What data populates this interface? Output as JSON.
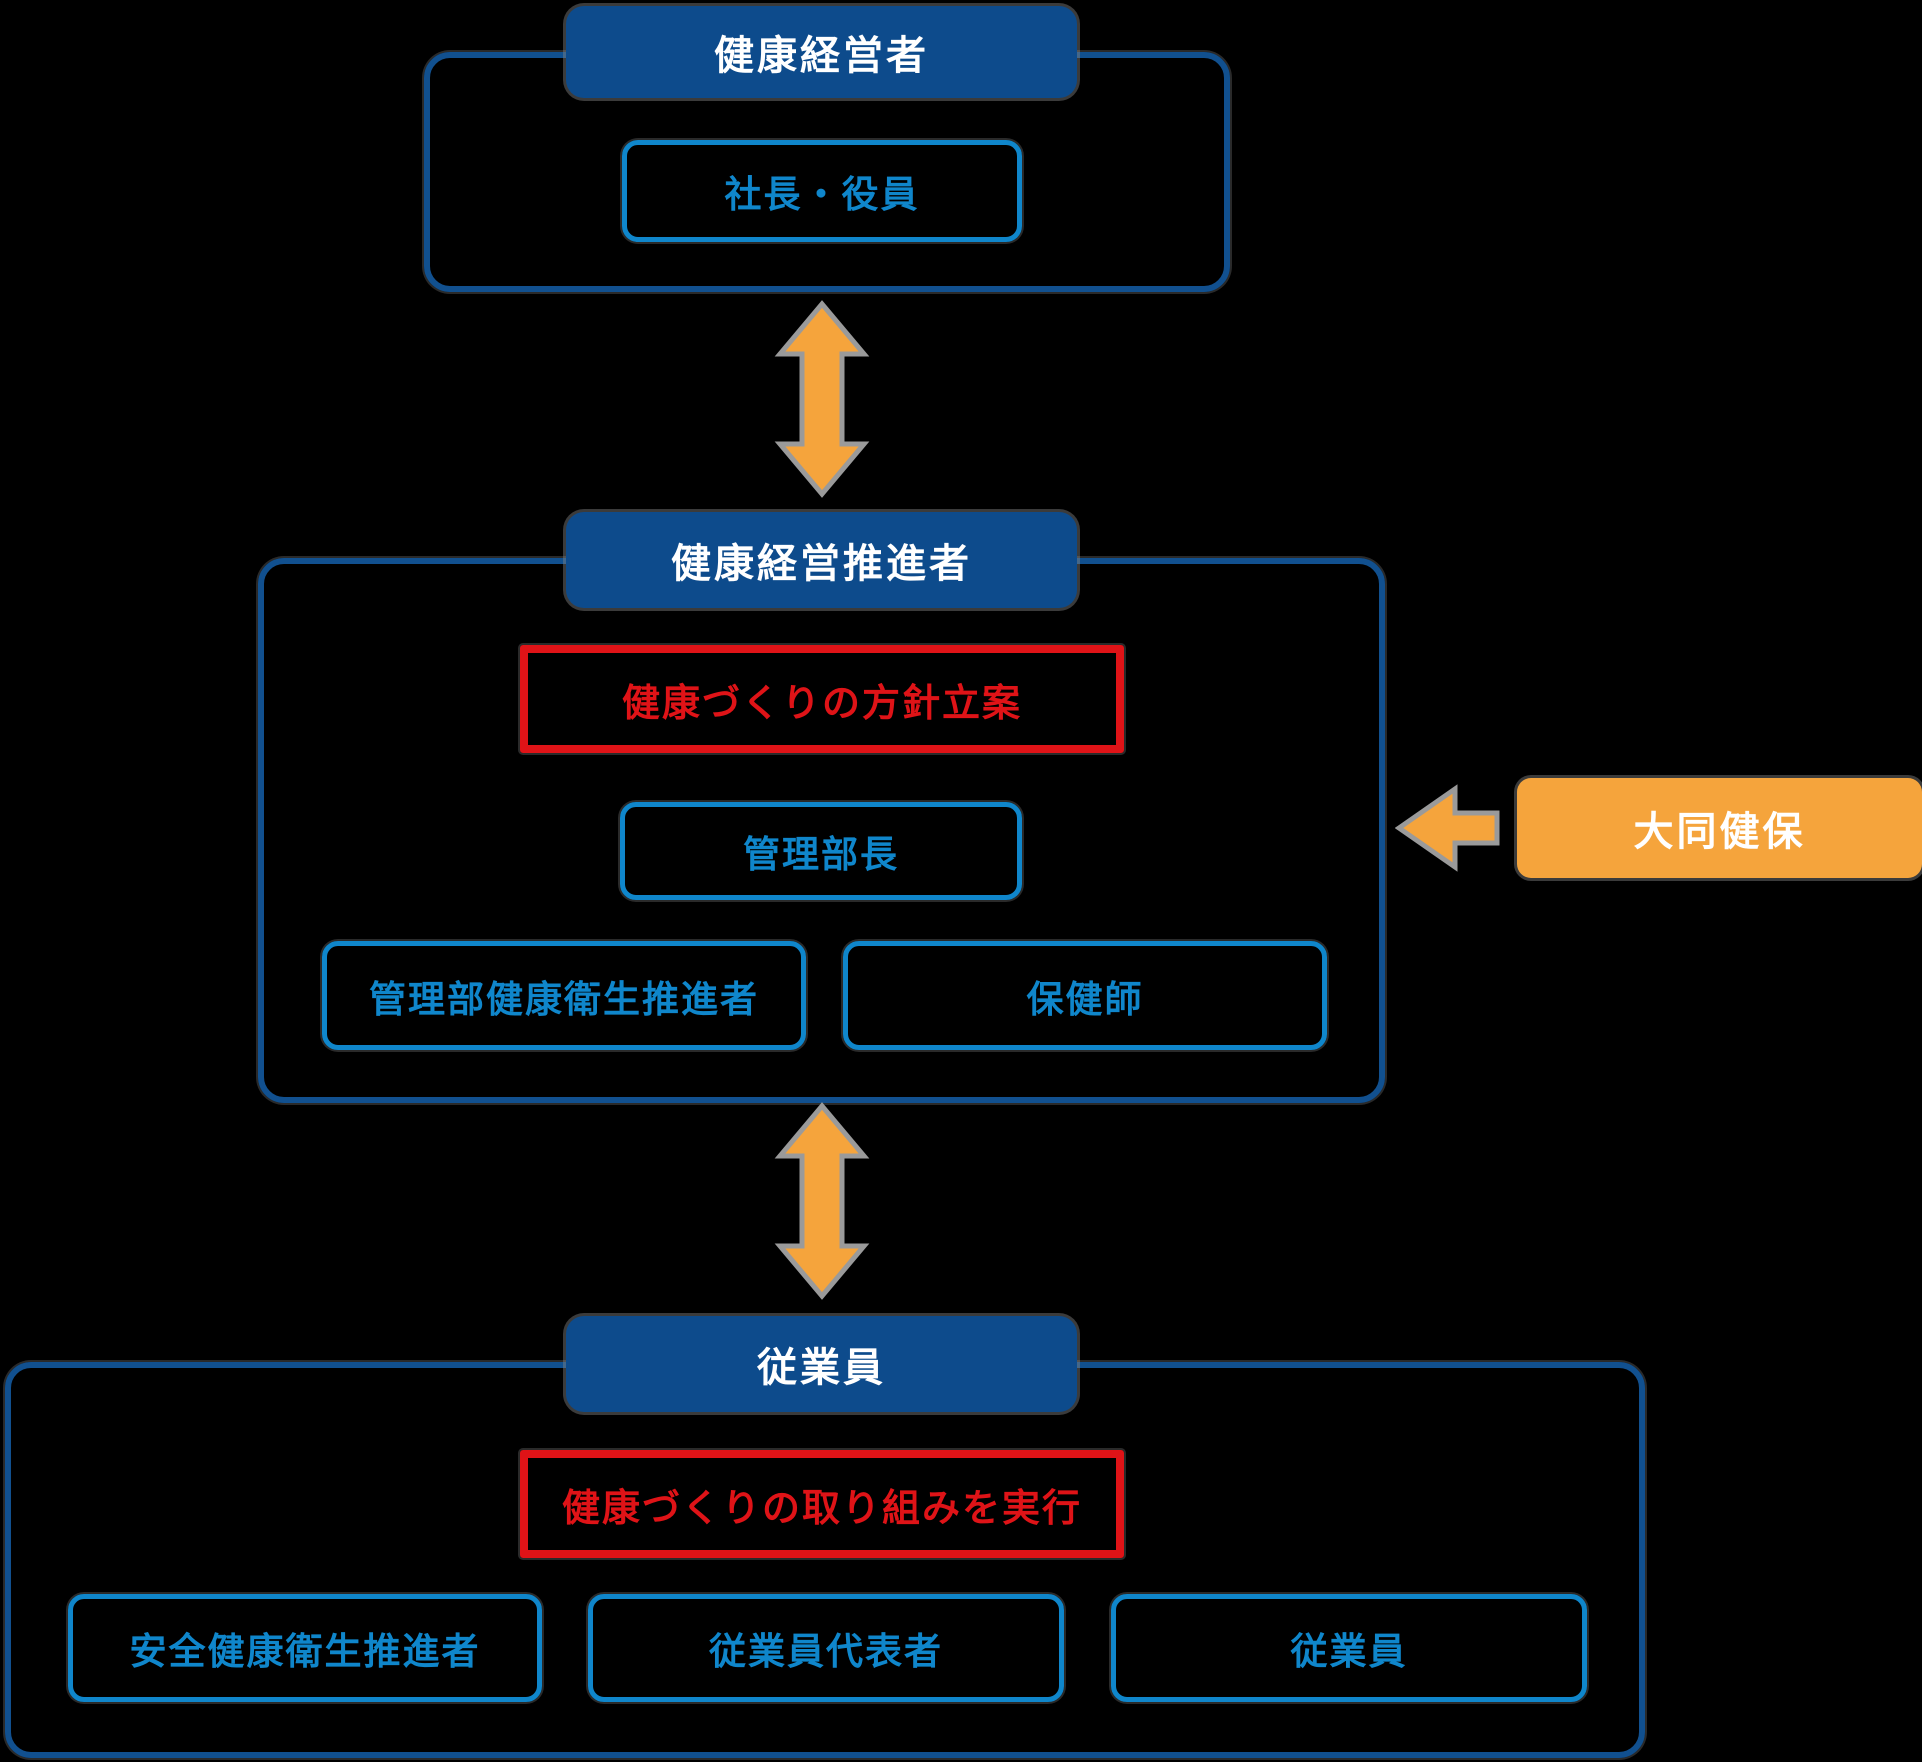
{
  "diagram": {
    "top": {
      "header": "健康経営者",
      "member": "社長・役員"
    },
    "middle": {
      "header": "健康経営推進者",
      "policy": "健康づくりの方針立案",
      "manager": "管理部長",
      "promoter": "管理部健康衛生推進者",
      "nurse": "保健師"
    },
    "external": {
      "label": "大同健保"
    },
    "bottom": {
      "header": "従業員",
      "action": "健康づくりの取り組みを実行",
      "members": [
        "安全健康衛生推進者",
        "従業員代表者",
        "従業員"
      ]
    },
    "colors": {
      "background": "#000000",
      "deep_blue": "#0d4b8c",
      "light_blue": "#0f86cb",
      "red": "#df1317",
      "orange": "#f5a43c",
      "shadow_gray": "#8a8a8a"
    }
  }
}
